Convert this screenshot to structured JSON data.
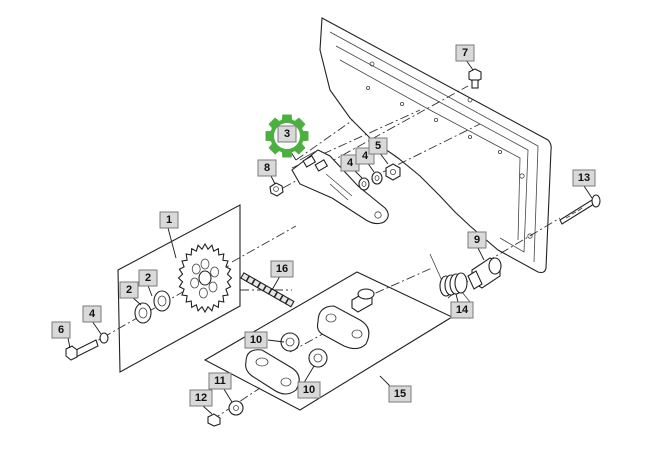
{
  "diagram": {
    "callouts": {
      "c1": "1",
      "c2a": "2",
      "c2b": "2",
      "c3": "3",
      "c4a": "4",
      "c4b": "4",
      "c4c": "4",
      "c5": "5",
      "c6": "6",
      "c7": "7",
      "c8": "8",
      "c9": "9",
      "c10a": "10",
      "c10b": "10",
      "c11": "11",
      "c12": "12",
      "c13": "13",
      "c14": "14",
      "c15": "15",
      "c16": "16"
    },
    "colors": {
      "callout_fill": "#d9d9d9",
      "callout_border": "#7a7a7a",
      "highlight_gear": "#4caf3f",
      "line": "#1a1a1a"
    },
    "highlighted_callout": "3"
  }
}
